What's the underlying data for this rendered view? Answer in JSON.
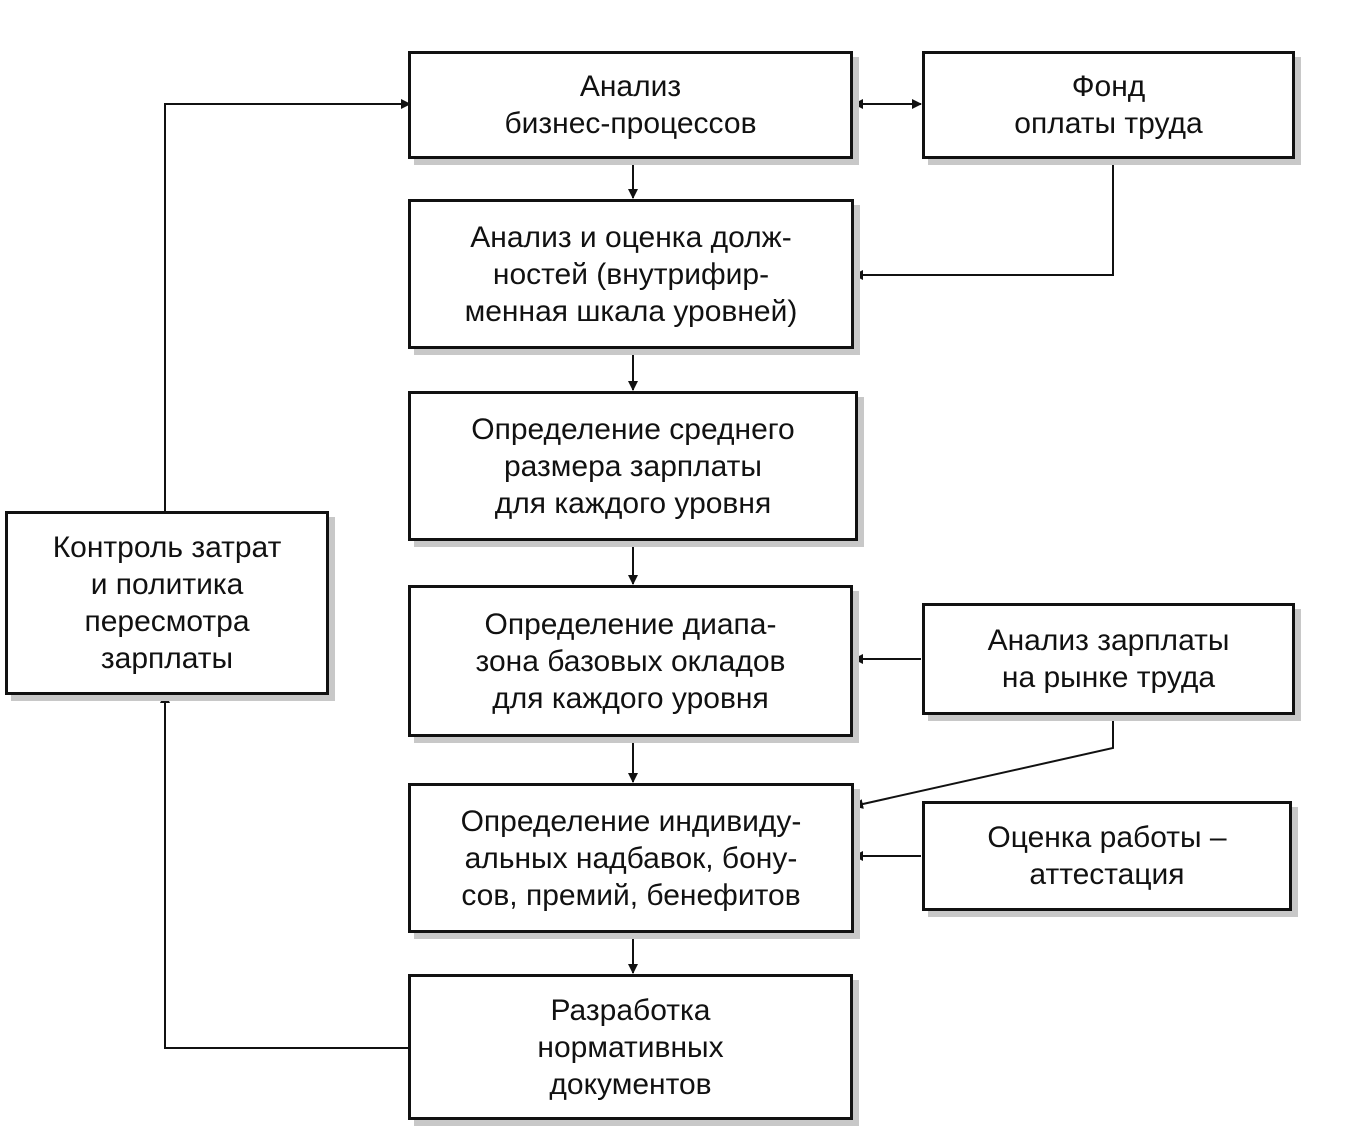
{
  "boxes": {
    "business_analysis": "Анализ\nбизнес-процессов",
    "payroll_fund": "Фонд\nоплаты труда",
    "job_evaluation": "Анализ и оценка долж-\nностей (внутрифир-\nменная шкала уровней)",
    "average_salary": "Определение среднего\nразмера зарплаты\nдля каждого уровня",
    "salary_range": "Определение диапа-\nзона базовых окладов\nдля каждого уровня",
    "market_analysis": "Анализ зарплаты\nна рынке труда",
    "individual_bonuses": "Определение индивиду-\nальных надбавок, бону-\nсов, премий, бенефитов",
    "performance_review": "Оценка работы –\nаттестация",
    "regulatory_docs": "Разработка\nнормативных\nдокументов",
    "cost_control": "Контроль затрат\nи политика\nпересмотра\nзарплаты"
  },
  "colors": {
    "stroke": "#111111",
    "shadow": "#c8c8c8",
    "background": "#ffffff"
  }
}
